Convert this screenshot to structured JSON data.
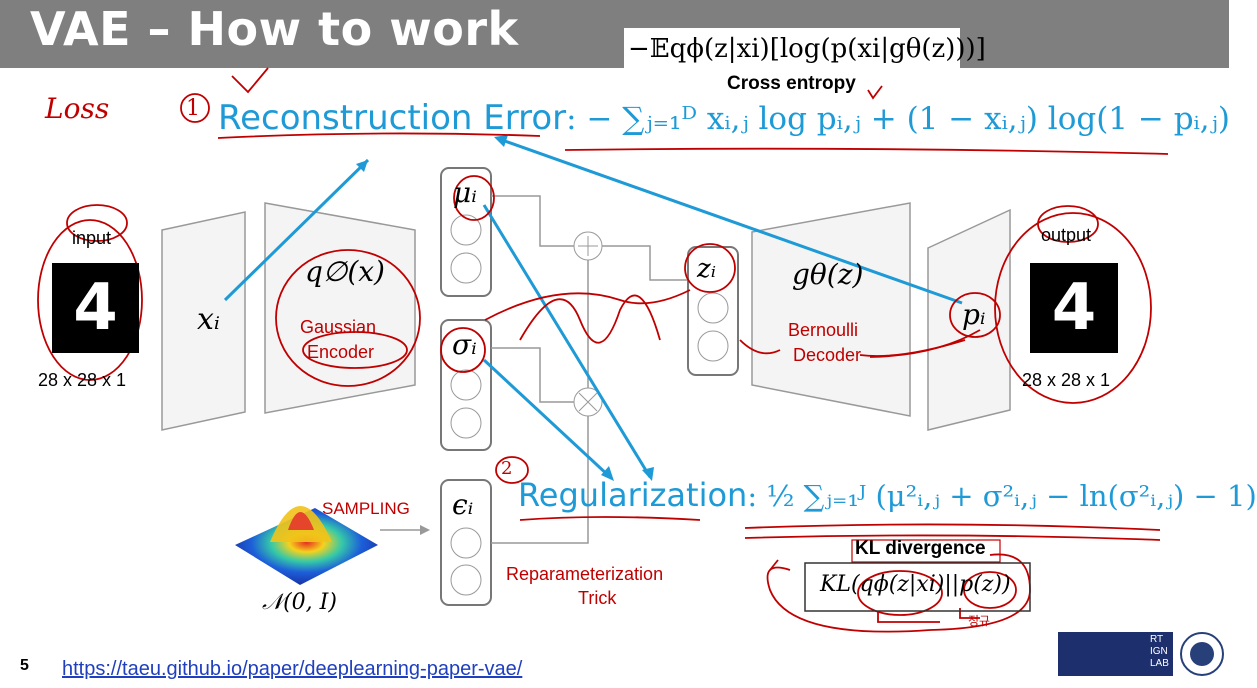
{
  "header": {
    "title": "VAE – How to work",
    "top_equation": "−𝔼qϕ(z|xi)[log(p(xi|gθ(z)))]",
    "cross_entropy_label": "Cross entropy"
  },
  "annotations": {
    "loss": "Loss",
    "circle_one": "1",
    "circle_two": "2",
    "mark": "정규"
  },
  "reconstruction": {
    "label": "Reconstruction Error",
    "formula": ": − ∑ⱼ₌₁ᴰ xᵢ,ⱼ log pᵢ,ⱼ + (1 − xᵢ,ⱼ) log(1 − pᵢ,ⱼ)"
  },
  "regularization": {
    "label": "Regularization",
    "formula": ": ½ ∑ⱼ₌₁ᴶ (μ²ᵢ,ⱼ + σ²ᵢ,ⱼ − ln(σ²ᵢ,ⱼ) − 1)"
  },
  "diagram": {
    "input_label": "input",
    "output_label": "output",
    "input_digit": "4",
    "output_digit": "4",
    "input_size": "28 x 28 x 1",
    "output_size": "28 x 28 x 1",
    "x_i": "xᵢ",
    "encoder_func": "q∅(x)",
    "encoder_label_1": "Gaussian",
    "encoder_label_2": "Encoder",
    "mu": "μᵢ",
    "sigma": "σᵢ",
    "epsilon": "ϵᵢ",
    "z": "zᵢ",
    "decoder_func": "gθ(z)",
    "decoder_label_1": "Bernoulli",
    "decoder_label_2": "Decoder",
    "p_i": "pᵢ",
    "reparam_1": "Reparameterization",
    "reparam_2": "Trick",
    "sampling": "SAMPLING",
    "normal": "𝒩(0, I)"
  },
  "kl": {
    "label": "KL divergence",
    "formula": "KL(qϕ(z|xi)||p(z))"
  },
  "footer": {
    "page": "5",
    "link": "https://taeu.github.io/paper/deeplearning-paper-vae/",
    "logo_text_1": "RT",
    "logo_text_2": "IGN",
    "logo_text_3": "LAB"
  },
  "colors": {
    "accent_blue": "#1e9ad6",
    "annotation_red": "#c00000",
    "title_bar": "#7f7f7f"
  }
}
